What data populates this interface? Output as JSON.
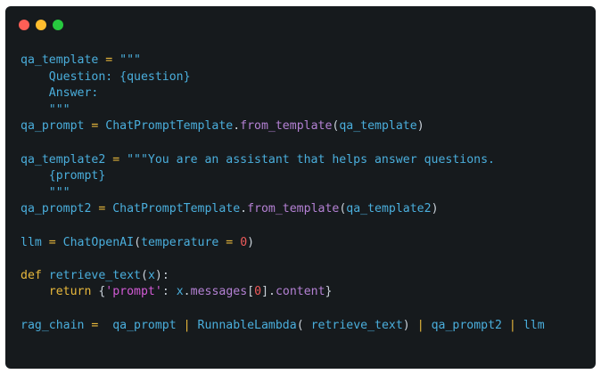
{
  "window": {
    "controls": [
      {
        "name": "close",
        "color": "#ff5f56"
      },
      {
        "name": "minimize",
        "color": "#ffbd2e"
      },
      {
        "name": "zoom",
        "color": "#27c93f"
      }
    ]
  },
  "code": {
    "lines": [
      [
        {
          "t": "qa_template",
          "c": "var"
        },
        {
          "t": " = ",
          "c": "op"
        },
        {
          "t": "\"\"\"",
          "c": "str"
        }
      ],
      [
        {
          "t": "    Question: {question}",
          "c": "str"
        }
      ],
      [
        {
          "t": "    Answer:",
          "c": "str"
        }
      ],
      [
        {
          "t": "    \"\"\"",
          "c": "str"
        }
      ],
      [
        {
          "t": "qa_prompt",
          "c": "var"
        },
        {
          "t": " = ",
          "c": "op"
        },
        {
          "t": "ChatPromptTemplate",
          "c": "cls"
        },
        {
          "t": ".",
          "c": "punc"
        },
        {
          "t": "from_template",
          "c": "fn"
        },
        {
          "t": "(",
          "c": "punc"
        },
        {
          "t": "qa_template",
          "c": "var"
        },
        {
          "t": ")",
          "c": "punc"
        }
      ],
      [],
      [
        {
          "t": "qa_template2",
          "c": "var"
        },
        {
          "t": " = ",
          "c": "op"
        },
        {
          "t": "\"\"\"You are an assistant that helps answer questions.",
          "c": "str"
        }
      ],
      [
        {
          "t": "    {prompt}",
          "c": "str"
        }
      ],
      [
        {
          "t": "    \"\"\"",
          "c": "str"
        }
      ],
      [
        {
          "t": "qa_prompt2",
          "c": "var"
        },
        {
          "t": " = ",
          "c": "op"
        },
        {
          "t": "ChatPromptTemplate",
          "c": "cls"
        },
        {
          "t": ".",
          "c": "punc"
        },
        {
          "t": "from_template",
          "c": "fn"
        },
        {
          "t": "(",
          "c": "punc"
        },
        {
          "t": "qa_template2",
          "c": "var"
        },
        {
          "t": ")",
          "c": "punc"
        }
      ],
      [],
      [
        {
          "t": "llm",
          "c": "var"
        },
        {
          "t": " = ",
          "c": "op"
        },
        {
          "t": "ChatOpenAI",
          "c": "cls"
        },
        {
          "t": "(",
          "c": "punc"
        },
        {
          "t": "temperature",
          "c": "var"
        },
        {
          "t": " = ",
          "c": "op"
        },
        {
          "t": "0",
          "c": "num"
        },
        {
          "t": ")",
          "c": "punc"
        }
      ],
      [],
      [
        {
          "t": "def",
          "c": "kw"
        },
        {
          "t": " ",
          "c": "punc"
        },
        {
          "t": "retrieve_text",
          "c": "var"
        },
        {
          "t": "(",
          "c": "punc"
        },
        {
          "t": "x",
          "c": "var"
        },
        {
          "t": "):",
          "c": "punc"
        }
      ],
      [
        {
          "t": "    ",
          "c": "punc"
        },
        {
          "t": "return",
          "c": "kw"
        },
        {
          "t": " {",
          "c": "punc"
        },
        {
          "t": "'prompt'",
          "c": "strq"
        },
        {
          "t": ": ",
          "c": "punc"
        },
        {
          "t": "x",
          "c": "var"
        },
        {
          "t": ".",
          "c": "punc"
        },
        {
          "t": "messages",
          "c": "fn"
        },
        {
          "t": "[",
          "c": "punc"
        },
        {
          "t": "0",
          "c": "num"
        },
        {
          "t": "].",
          "c": "punc"
        },
        {
          "t": "content",
          "c": "fn"
        },
        {
          "t": "}",
          "c": "punc"
        }
      ],
      [],
      [
        {
          "t": "rag_chain",
          "c": "var"
        },
        {
          "t": " =  ",
          "c": "op"
        },
        {
          "t": "qa_prompt",
          "c": "var"
        },
        {
          "t": " | ",
          "c": "op"
        },
        {
          "t": "RunnableLambda",
          "c": "cls"
        },
        {
          "t": "( ",
          "c": "punc"
        },
        {
          "t": "retrieve_text",
          "c": "var"
        },
        {
          "t": ")",
          "c": "punc"
        },
        {
          "t": " | ",
          "c": "op"
        },
        {
          "t": "qa_prompt2",
          "c": "var"
        },
        {
          "t": " | ",
          "c": "op"
        },
        {
          "t": "llm",
          "c": "var"
        }
      ]
    ]
  }
}
